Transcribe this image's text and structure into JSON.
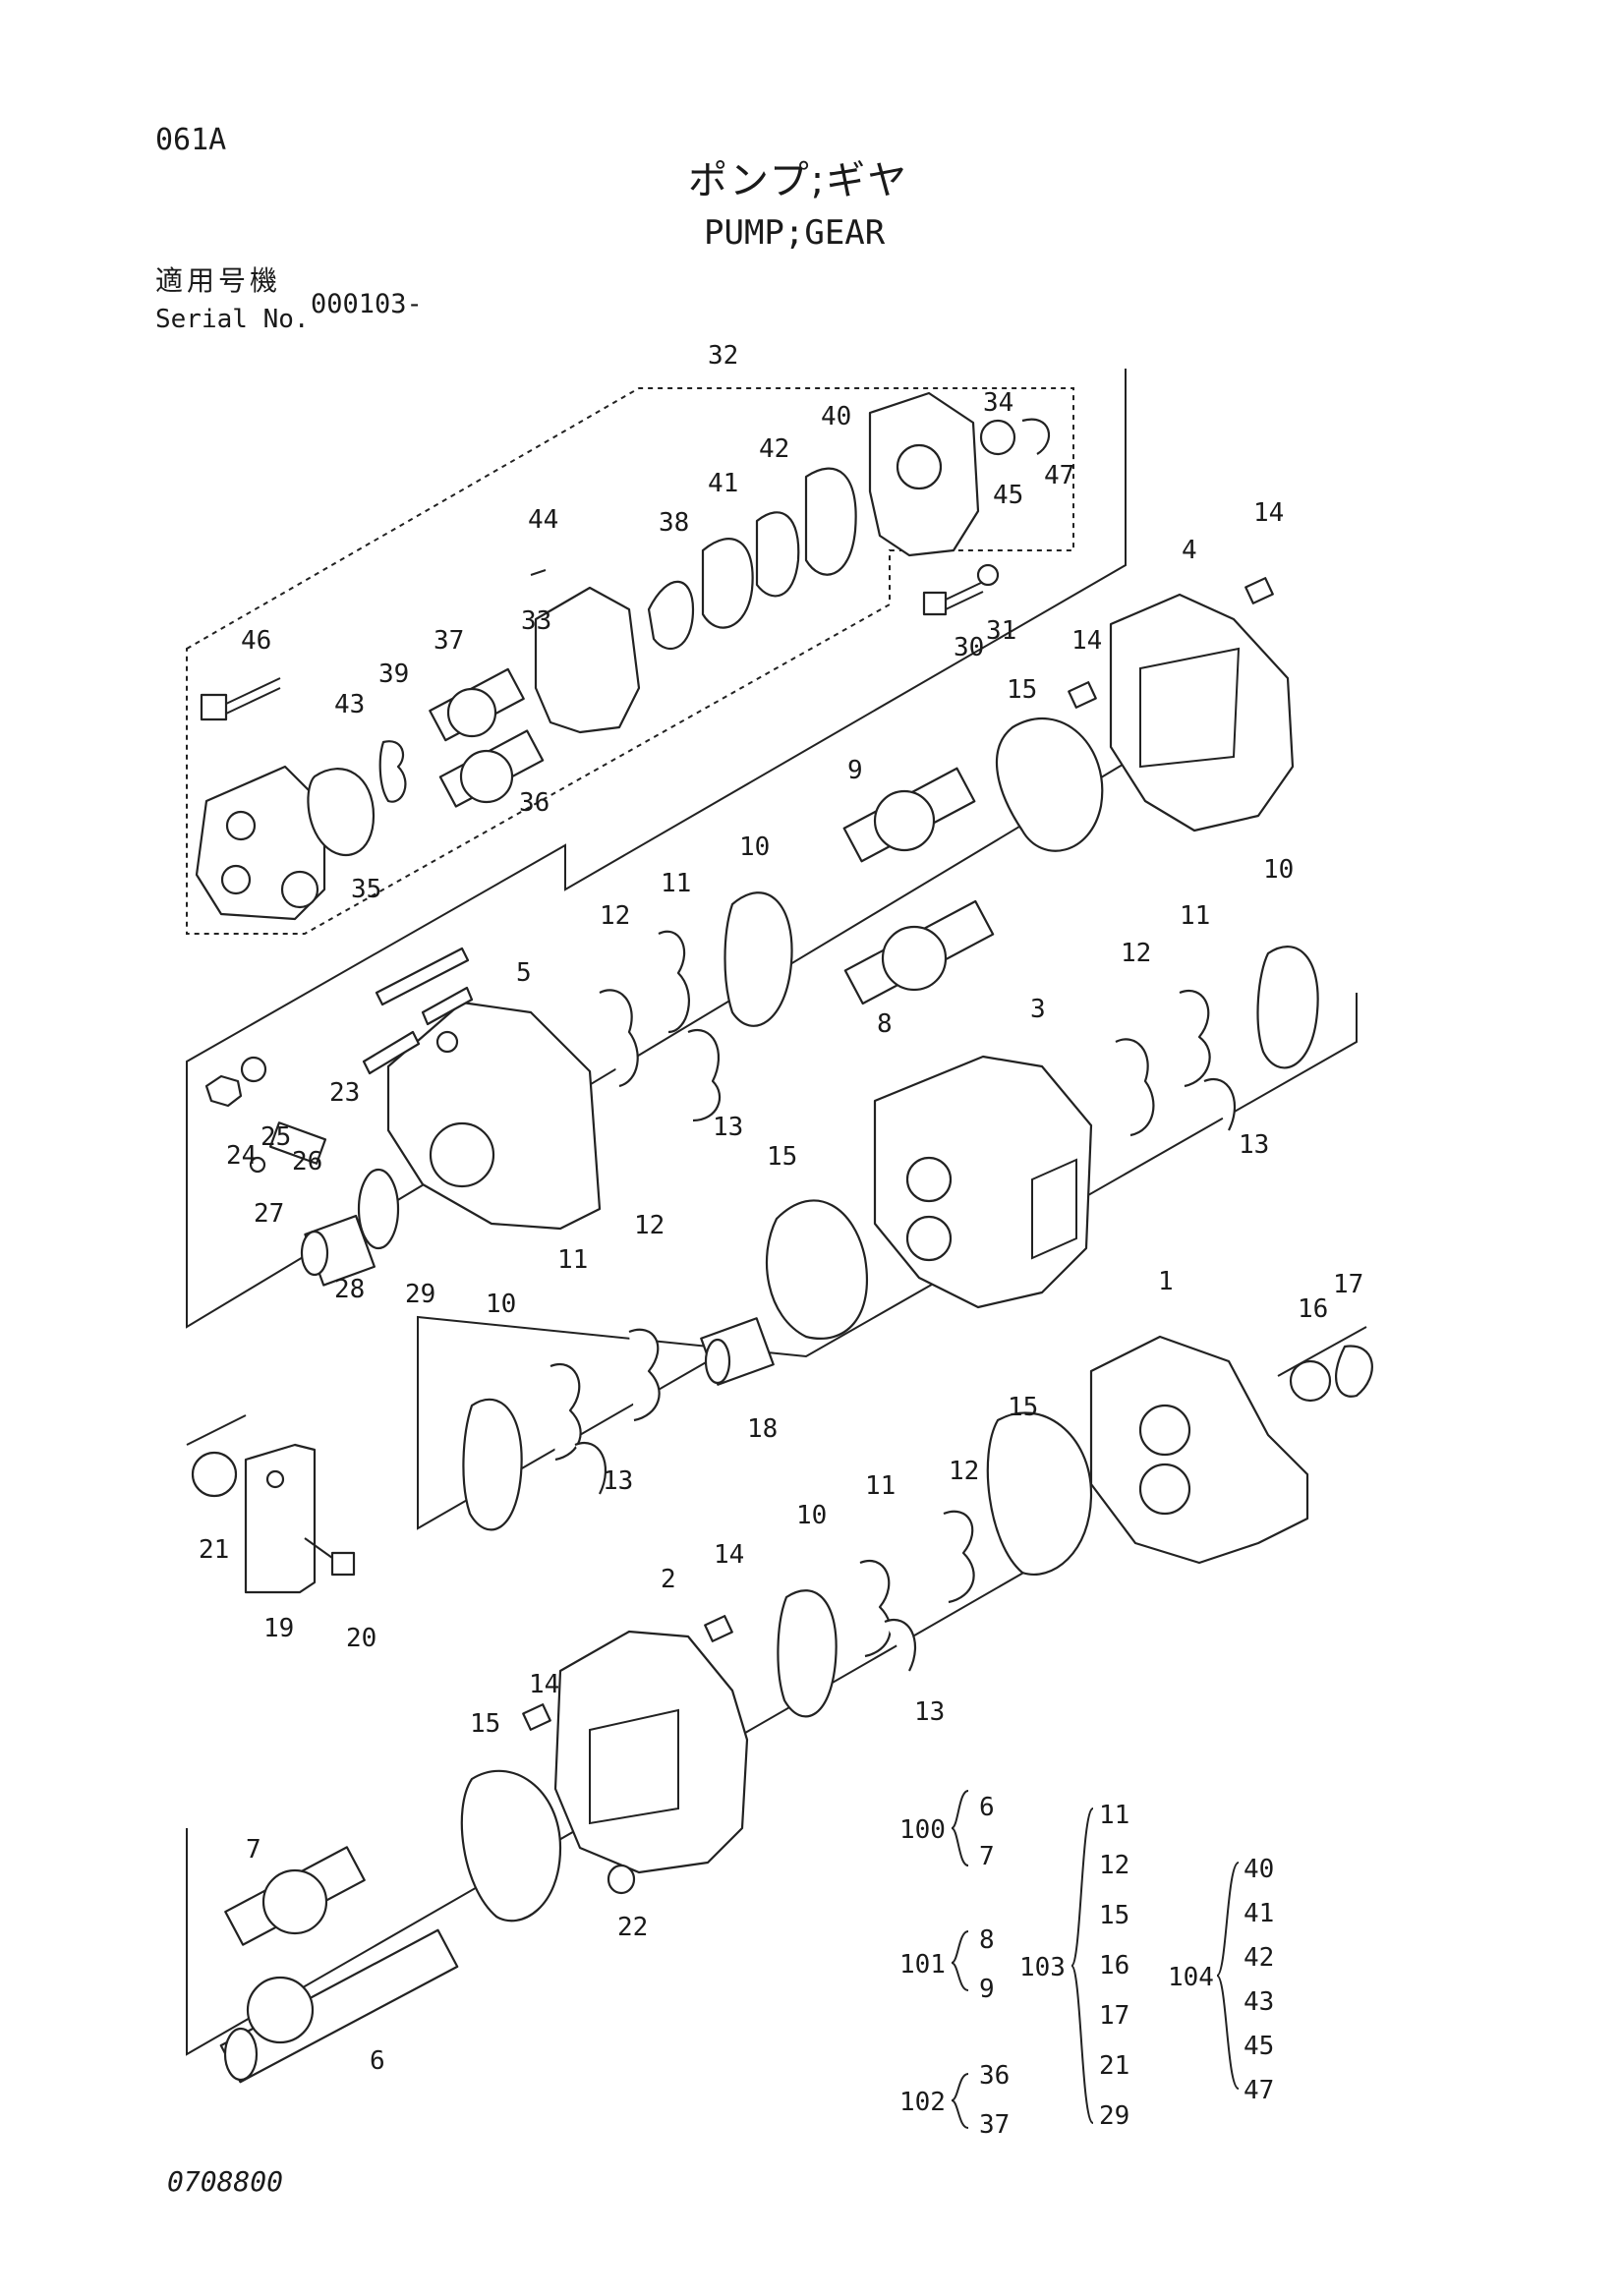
{
  "header": {
    "page_code": "061A",
    "title_jp": "ポンプ;ギヤ",
    "title_en": "PUMP;GEAR",
    "serial_label_jp": "適用号機",
    "serial_label_en": "Serial No.",
    "serial_value": "000103-"
  },
  "footer": {
    "drawing_number": "0708800"
  },
  "callouts": [
    "1",
    "2",
    "3",
    "4",
    "5",
    "6",
    "7",
    "8",
    "9",
    "10",
    "11",
    "12",
    "13",
    "14",
    "15",
    "16",
    "17",
    "18",
    "19",
    "20",
    "21",
    "22",
    "23",
    "24",
    "25",
    "26",
    "27",
    "28",
    "29",
    "30",
    "31",
    "32",
    "33",
    "34",
    "35",
    "36",
    "37",
    "38",
    "39",
    "40",
    "41",
    "42",
    "43",
    "44",
    "45",
    "46",
    "47"
  ],
  "kits": [
    {
      "kit": "100",
      "parts": [
        "6",
        "7"
      ]
    },
    {
      "kit": "101",
      "parts": [
        "8",
        "9"
      ]
    },
    {
      "kit": "102",
      "parts": [
        "36",
        "37"
      ]
    },
    {
      "kit": "103",
      "parts": [
        "11",
        "12",
        "15",
        "16",
        "17",
        "21",
        "29"
      ]
    },
    {
      "kit": "104",
      "parts": [
        "40",
        "41",
        "42",
        "43",
        "45",
        "47"
      ]
    }
  ]
}
